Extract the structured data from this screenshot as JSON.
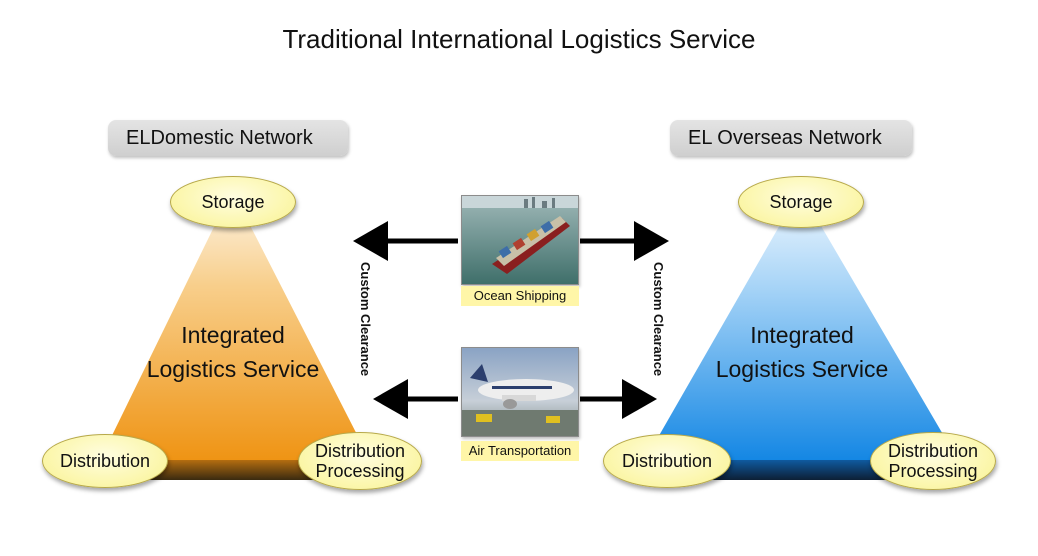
{
  "title": "Traditional International Logistics Service",
  "left_network": {
    "label": "ELDomestic Network",
    "center_line1": "Integrated",
    "center_line2": "Logistics Service",
    "top": "Storage",
    "bottom_left": "Distribution",
    "bottom_right_line1": "Distribution",
    "bottom_right_line2": "Processing"
  },
  "right_network": {
    "label": "EL Overseas Network",
    "center_line1": "Integrated",
    "center_line2": "Logistics Service",
    "top": "Storage",
    "bottom_left": "Distribution",
    "bottom_right_line1": "Distribution",
    "bottom_right_line2": "Processing"
  },
  "middle": {
    "ocean_label": "Ocean Shipping",
    "air_label": "Air Transportation",
    "customs_left": "Custom Clearance",
    "customs_right": "Custom Clearance"
  },
  "colors": {
    "left_triangle_top": "#fdf3df",
    "left_triangle_bottom": "#f29a1a",
    "right_triangle_top": "#eef6ff",
    "right_triangle_bottom": "#1f8fe6",
    "ellipse_fill": "#fbf6a8",
    "label_fill": "#fff6a8",
    "arrow": "#000000"
  },
  "icons": {
    "ocean_photo": "container-ship-icon",
    "air_photo": "airplane-icon"
  }
}
